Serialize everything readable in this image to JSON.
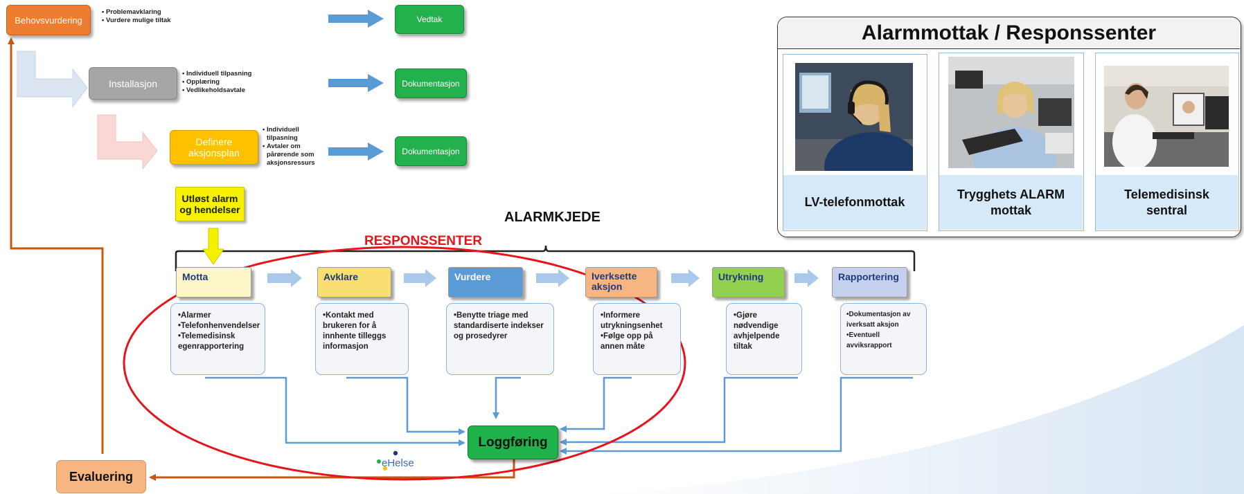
{
  "top": {
    "behovsvurdering": "Behovsvurdering",
    "behov_bullets": [
      "Problemavklaring",
      "Vurdere mulige tiltak"
    ],
    "vedtak": "Vedtak",
    "installasjon": "Installasjon",
    "install_bullets": [
      "Individuell tilpasning",
      "Opplæring",
      "Vedlikeholdsavtale"
    ],
    "dokumentasjon1": "Dokumentasjon",
    "definere_line1": "Definere",
    "definere_line2": "aksjonsplan",
    "def_bullets": [
      [
        "Individuell",
        "tilpasning"
      ],
      [
        "Avtaler om",
        "pårørende som",
        "aksjonsressurs"
      ]
    ],
    "dokumentasjon2": "Dokumentasjon",
    "utlost_line1": "Utløst alarm",
    "utlost_line2": "og hendelser"
  },
  "chain": {
    "alarmkjede": "ALARMKJEDE",
    "responssenter": "RESPONSSENTER",
    "stages": [
      {
        "label": "Motta",
        "color": "#fdf6c8",
        "text_color": "#1f3a7a"
      },
      {
        "label": "Avklare",
        "color": "#f9df72",
        "text_color": "#1f3a7a"
      },
      {
        "label": "Vurdere",
        "color": "#5b9bd5",
        "text_color": "#ffffff"
      },
      {
        "label": "Iverksette aksjon",
        "color": "#f7b582",
        "text_color": "#1f3a7a"
      },
      {
        "label": "Utrykning",
        "color": "#92d050",
        "text_color": "#1f3a7a"
      },
      {
        "label": "Rapportering",
        "color": "#c5d0ef",
        "text_color": "#1f3a7a"
      }
    ],
    "details": [
      [
        "Alarmer",
        "Telefonhenvendelser",
        "Telemedisinsk egenrapportering"
      ],
      [
        "Kontakt med brukeren for å innhente tilleggs informasjon"
      ],
      [
        "Benytte triage med standardiserte indekser og prosedyrer"
      ],
      [
        "Informere utrykningsenhet",
        "Følge opp på annen måte"
      ],
      [
        "Gjøre nødvendige avhjelpende tiltak"
      ],
      [
        "Dokumentasjon av iverksatt aksjon",
        "Eventuell avviksrapport"
      ]
    ],
    "loggforing": "Loggføring",
    "evaluering": "Evaluering",
    "logo": "eHelse"
  },
  "panel": {
    "title": "Alarmmottak / Responssenter",
    "cards": [
      {
        "label": "LV-telefonmottak"
      },
      {
        "label": "Trygghets ALARM mottak"
      },
      {
        "label": "Telemedisinsk sentral"
      }
    ]
  },
  "colors": {
    "orange": "#ed7d31",
    "green": "#22b14c",
    "grey": "#a6a6a6",
    "gold": "#ffc000",
    "arrow_blue": "#5b9bd5",
    "ellipse_red": "#e8141c",
    "line_brown": "#c55a11"
  }
}
